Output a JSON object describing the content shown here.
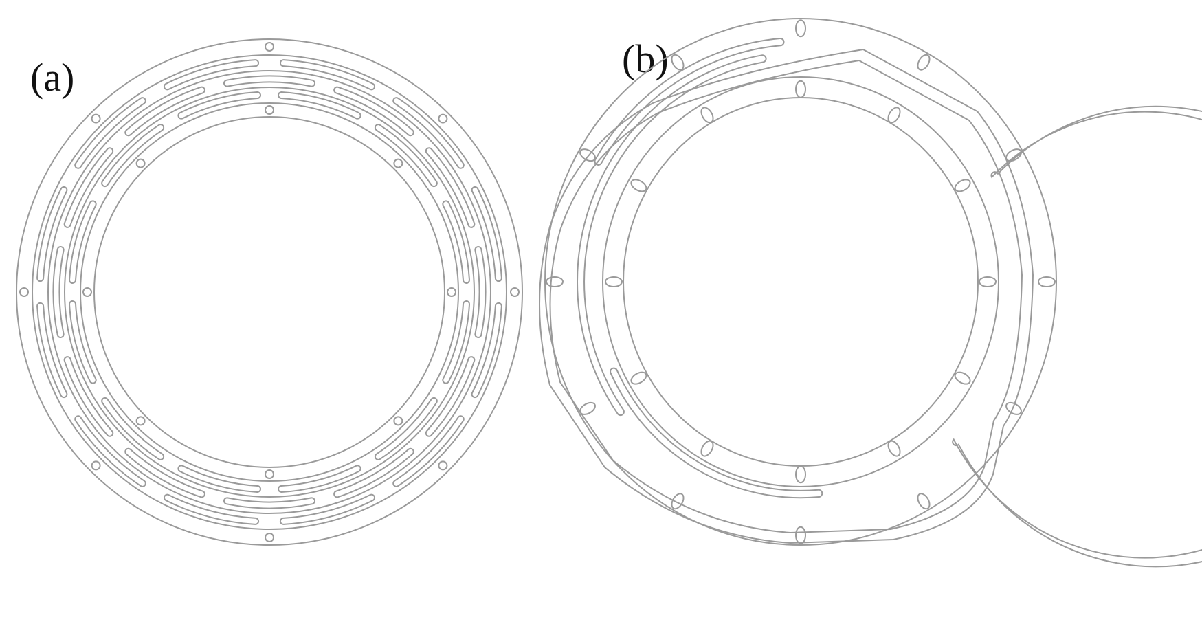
{
  "panels": [
    {
      "id": "a",
      "label": "(a)"
    },
    {
      "id": "b",
      "label": "(b)"
    }
  ],
  "colors": {
    "line": "#9a9a9a",
    "text": "#111111",
    "background": "#ffffff"
  }
}
